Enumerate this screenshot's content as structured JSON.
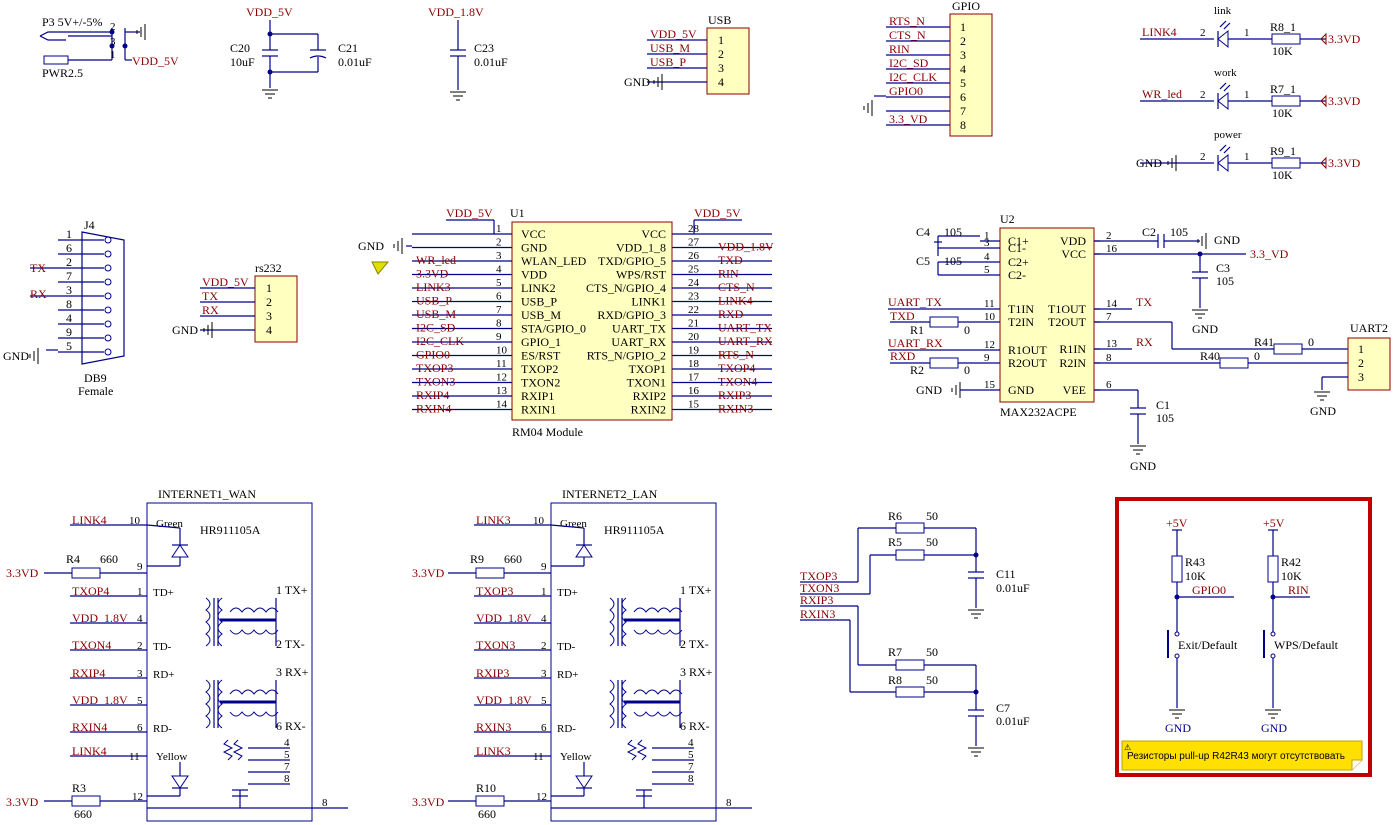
{
  "colors": {
    "net": "#8b0000",
    "wire": "#00008b",
    "text": "#000000",
    "component_fill": "#ffffc0",
    "highlight_box": "#c00000",
    "note_fill": "#ffe000"
  },
  "power": {
    "header": "P3 5V+/-5%",
    "pin2": "2",
    "pin3": "3",
    "pin1": "1",
    "vdd5v": "VDD_5V",
    "jack": "PWR2.5"
  },
  "caps_top": {
    "vdd5v": "VDD_5V",
    "c20": "C20",
    "c20v": "10uF",
    "c21": "C21",
    "c21v": "0.01uF",
    "vdd18": "VDD_1.8V",
    "c23": "C23",
    "c23v": "0.01uF"
  },
  "usb": {
    "title": "USB",
    "nets": [
      "VDD_5V",
      "USB_M",
      "USB_P",
      "GND"
    ],
    "pins": [
      "1",
      "2",
      "3",
      "4"
    ]
  },
  "gpio": {
    "title": "GPIO",
    "nets": [
      "RTS_N",
      "CTS_N",
      "RIN",
      "I2C_SD",
      "I2C_CLK",
      "GPIO0",
      "",
      "3.3_VD"
    ],
    "pins": [
      "1",
      "2",
      "3",
      "4",
      "5",
      "6",
      "7",
      "8"
    ]
  },
  "leds": [
    {
      "net": "LINK4",
      "label": "link",
      "p2": "2",
      "p1": "1",
      "res": "R8_1",
      "val": "10K",
      "pwr": "3.3VD"
    },
    {
      "net": "WR_led",
      "label": "work",
      "p2": "2",
      "p1": "1",
      "res": "R7_1",
      "val": "10K",
      "pwr": "3.3VD"
    },
    {
      "net": "GND",
      "label": "power",
      "p2": "2",
      "p1": "1",
      "res": "R9_1",
      "val": "10K",
      "pwr": "3.3VD"
    }
  ],
  "db9": {
    "ref": "J4",
    "name": "DB9",
    "sub": "Female",
    "pins": [
      "1",
      "6",
      "2",
      "7",
      "3",
      "8",
      "4",
      "9",
      "5"
    ],
    "tx": "TX",
    "rx": "RX",
    "gnd": "GND"
  },
  "rs232": {
    "title": "rs232",
    "nets": [
      "VDD_5V",
      "TX",
      "RX",
      "GND"
    ],
    "pins": [
      "1",
      "2",
      "3",
      "4"
    ]
  },
  "u1": {
    "ref": "U1",
    "name": "RM04 Module",
    "top_left": "VDD_5V",
    "top_right": "VDD_5V",
    "gnd": "GND",
    "left": [
      {
        "pin": "1",
        "name": "VCC",
        "net": ""
      },
      {
        "pin": "2",
        "name": "GND",
        "net": ""
      },
      {
        "pin": "3",
        "name": "WLAN_LED",
        "net": "WR_led"
      },
      {
        "pin": "4",
        "name": "VDD",
        "net": "3.3VD"
      },
      {
        "pin": "5",
        "name": "LINK2",
        "net": "LINK3"
      },
      {
        "pin": "6",
        "name": "USB_P",
        "net": "USB_P"
      },
      {
        "pin": "7",
        "name": "USB_M",
        "net": "USB_M"
      },
      {
        "pin": "8",
        "name": "STA/GPIO_0",
        "net": "I2C_SD"
      },
      {
        "pin": "9",
        "name": "GPIO_1",
        "net": "I2C_CLK"
      },
      {
        "pin": "10",
        "name": "ES/RST",
        "net": "GPIO0"
      },
      {
        "pin": "11",
        "name": "TXOP2",
        "net": "TXOP3"
      },
      {
        "pin": "12",
        "name": "TXON2",
        "net": "TXON3"
      },
      {
        "pin": "13",
        "name": "RXIP1",
        "net": "RXIP4"
      },
      {
        "pin": "14",
        "name": "RXIN1",
        "net": "RXIN4"
      }
    ],
    "right": [
      {
        "pin": "28",
        "name": "VCC",
        "net": ""
      },
      {
        "pin": "27",
        "name": "VDD_1_8",
        "net": "VDD_1.8V"
      },
      {
        "pin": "26",
        "name": "TXD/GPIO_5",
        "net": "TXD"
      },
      {
        "pin": "25",
        "name": "WPS/RST",
        "net": "RIN"
      },
      {
        "pin": "24",
        "name": "CTS_N/GPIO_4",
        "net": "CTS_N"
      },
      {
        "pin": "23",
        "name": "LINK1",
        "net": "LINK4"
      },
      {
        "pin": "22",
        "name": "RXD/GPIO_3",
        "net": "RXD"
      },
      {
        "pin": "21",
        "name": "UART_TX",
        "net": "UART_TX"
      },
      {
        "pin": "20",
        "name": "UART_RX",
        "net": "UART_RX"
      },
      {
        "pin": "19",
        "name": "RTS_N/GPIO_2",
        "net": "RTS_N"
      },
      {
        "pin": "18",
        "name": "TXOP1",
        "net": "TXOP4"
      },
      {
        "pin": "17",
        "name": "TXON1",
        "net": "TXON4"
      },
      {
        "pin": "16",
        "name": "RXIP2",
        "net": "RXIP3"
      },
      {
        "pin": "15",
        "name": "RXIN2",
        "net": "RXIN3"
      }
    ]
  },
  "u2": {
    "ref": "U2",
    "name": "MAX232ACPE",
    "left": [
      [
        "C1+",
        "1"
      ],
      [
        "C1-",
        "3"
      ],
      [
        "C2+",
        "4"
      ],
      [
        "C2-",
        "5"
      ],
      [
        "T1IN",
        "11"
      ],
      [
        "T2IN",
        "10"
      ],
      [
        "R1OUT",
        "12"
      ],
      [
        "R2OUT",
        "9"
      ],
      [
        "GND",
        "15"
      ]
    ],
    "right": [
      [
        "VDD",
        "2"
      ],
      [
        "VCC",
        "16"
      ],
      [
        "T1OUT",
        "14"
      ],
      [
        "T2OUT",
        "7"
      ],
      [
        "R1IN",
        "13"
      ],
      [
        "R2IN",
        "8"
      ],
      [
        "VEE",
        "6"
      ]
    ],
    "c4": "C4",
    "c4v": "105",
    "c5": "C5",
    "c5v": "105",
    "c2": "C2",
    "c2v": "105",
    "c3": "C3",
    "c3v": "105",
    "c1": "C1",
    "c1v": "105",
    "gnd": "GND",
    "vdd33": "3.3_VD",
    "uart_tx": "UART_TX",
    "txd": "TXD",
    "uart_rx": "UART_RX",
    "rxd": "RXD",
    "r1": "R1",
    "r1v": "0",
    "r2": "R2",
    "r2v": "0",
    "tx": "TX",
    "rx": "RX",
    "r41": "R41",
    "r41v": "0",
    "r40": "R40",
    "r40v": "0"
  },
  "uart2": {
    "title": "UART2",
    "pins": [
      "1",
      "2",
      "3"
    ],
    "gnd": "GND"
  },
  "eth": [
    {
      "title": "INTERNET1_WAN",
      "part": "HR911105A",
      "link": "LINK4",
      "green": "Green",
      "yellow": "Yellow",
      "link2": "LINK4",
      "r_top": "R4",
      "r_top_v": "660",
      "r_bot": "R3",
      "r_bot_v": "660",
      "pwr": "3.3VD",
      "nets": [
        "TXOP4",
        "VDD_1.8V",
        "TXON4",
        "RXIP4",
        "VDD_1.8V",
        "RXIN4"
      ],
      "pins": [
        "1",
        "4",
        "2",
        "3",
        "5",
        "6"
      ],
      "sigs": [
        "TD+",
        "",
        "TD-",
        "RD+",
        "",
        "RD-"
      ],
      "right": [
        "1 TX+",
        "2 TX-",
        "3 RX+",
        "6 RX-"
      ],
      "extra": [
        "4",
        "5",
        "7",
        "8"
      ],
      "p10": "10",
      "p9": "9",
      "p11": "11",
      "p12": "12",
      "p8": "8"
    },
    {
      "title": "INTERNET2_LAN",
      "part": "HR911105A",
      "link": "LINK3",
      "green": "Green",
      "yellow": "Yellow",
      "link2": "LINK3",
      "r_top": "R9",
      "r_top_v": "660",
      "r_bot": "R10",
      "r_bot_v": "660",
      "pwr": "3.3VD",
      "nets": [
        "TXOP3",
        "VDD_1.8V",
        "TXON3",
        "RXIP3",
        "VDD_1.8V",
        "RXIN3"
      ],
      "pins": [
        "1",
        "4",
        "2",
        "3",
        "5",
        "6"
      ],
      "sigs": [
        "TD+",
        "",
        "TD-",
        "RD+",
        "",
        "RD-"
      ],
      "right": [
        "1 TX+",
        "2 TX-",
        "3 RX+",
        "6 RX-"
      ],
      "extra": [
        "4",
        "5",
        "7",
        "8"
      ],
      "p10": "10",
      "p9": "9",
      "p11": "11",
      "p12": "12",
      "p8": "8"
    }
  ],
  "terminations": {
    "nets": [
      "TXOP3",
      "TXON3",
      "RXIP3",
      "RXIN3"
    ],
    "r6": "R6",
    "r6v": "50",
    "r5": "R5",
    "r5v": "50",
    "r7": "R7",
    "r7v": "50",
    "r8": "R8",
    "r8v": "50",
    "c11": "C11",
    "c11v": "0.01uF",
    "c7": "C7",
    "c7v": "0.01uF"
  },
  "buttons": {
    "p5a": "+5V",
    "p5b": "+5V",
    "r43": "R43",
    "r43v": "10K",
    "r42": "R42",
    "r42v": "10K",
    "gpio0": "GPIO0",
    "rin": "RIN",
    "b1": "Exit/Default",
    "b2": "WPS/Default",
    "gnd1": "GND",
    "gnd2": "GND",
    "note": "Резисторы pull-up R42R43 могут отсутствовать"
  }
}
